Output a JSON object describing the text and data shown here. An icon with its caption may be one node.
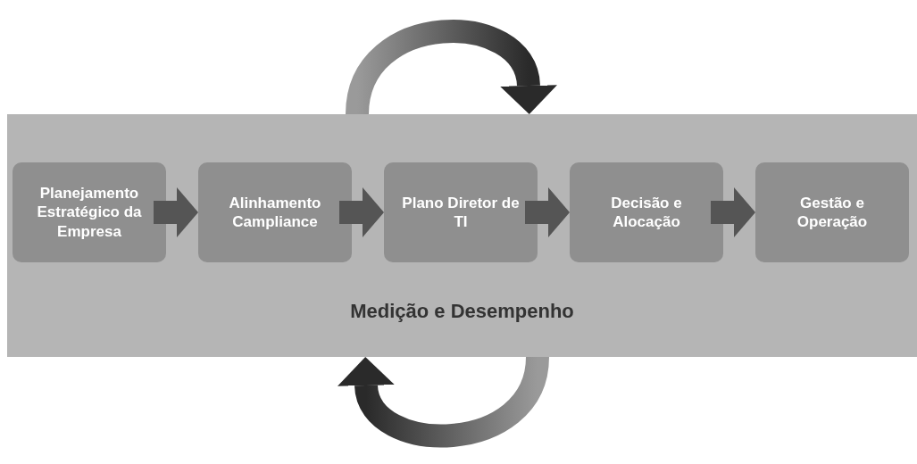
{
  "diagram": {
    "nodes": [
      {
        "text": [
          "Medição e Desempenho"
        ]
      },
      {
        "text": [
          "Planejamento Estratégico da Empresa"
        ],
        "in": 0
      },
      {
        "text": [
          "Alinhamento Campliance"
        ],
        "in": 0
      },
      {
        "text": [
          "Plano Diretor de TI"
        ],
        "in": 0
      },
      {
        "text": [
          "Decisão e Alocação"
        ],
        "in": 0
      },
      {
        "text": [
          "Gestão e Operação"
        ],
        "in": 0
      }
    ],
    "edges": [
      {
        "from": 1,
        "to": 2,
        "arrow": "to"
      },
      {
        "from": 2,
        "to": 3,
        "arrow": "to"
      },
      {
        "from": 3,
        "to": 4,
        "arrow": "to"
      },
      {
        "from": 4,
        "to": 5,
        "arrow": "to"
      },
      {
        "from": null,
        "to": 0,
        "arrow": "to",
        "style": "thick"
      },
      {
        "from": null,
        "to": 0,
        "arrow": "to",
        "style": "thick"
      }
    ]
  }
}
